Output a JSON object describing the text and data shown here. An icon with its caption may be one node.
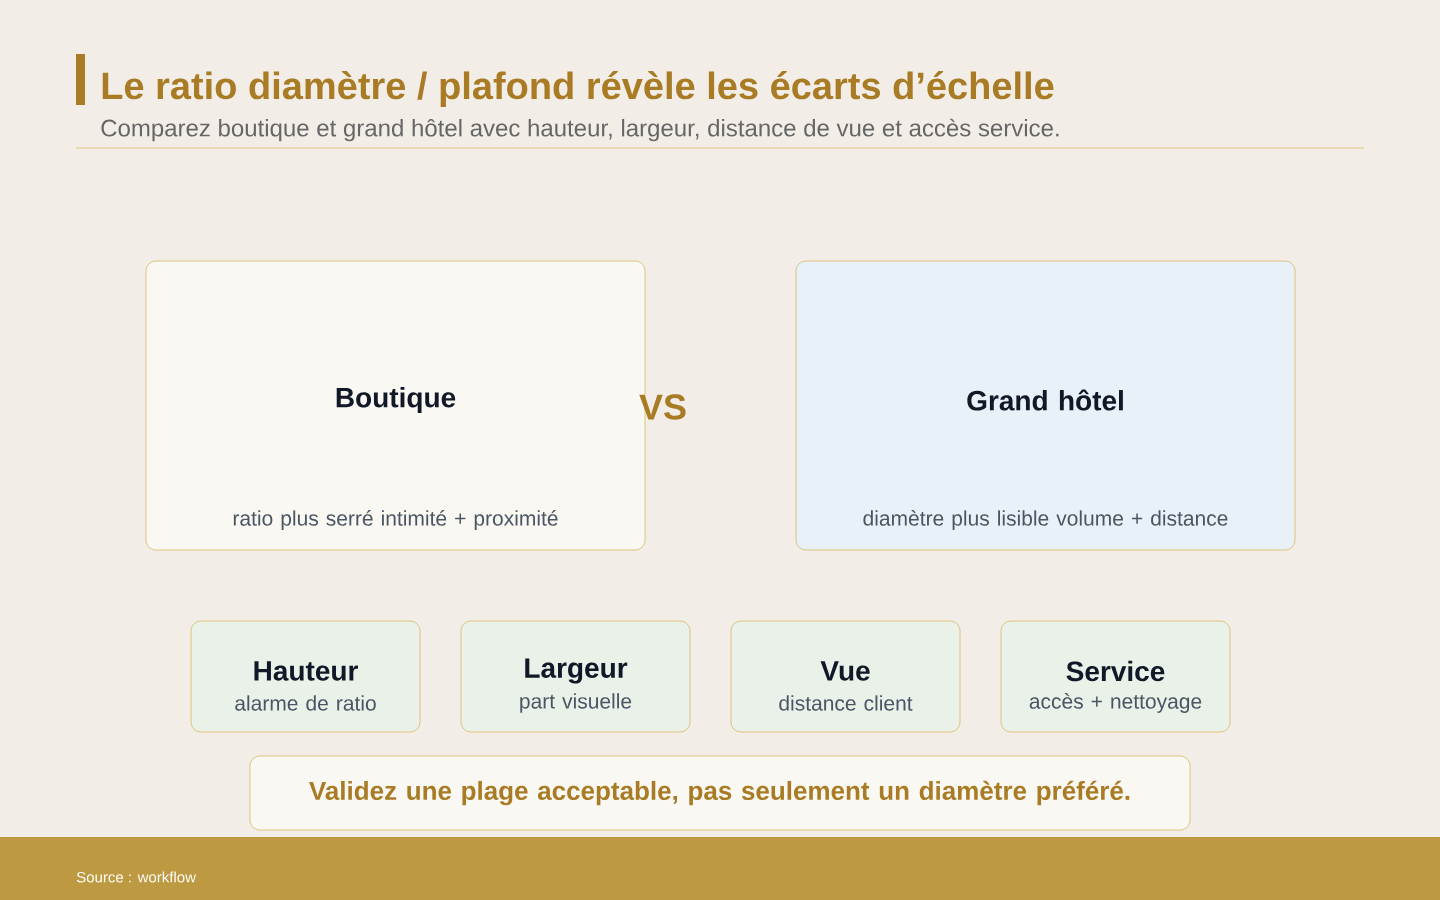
{
  "diagram": {
    "title": "Le ratio diamètre / plafond révèle les écarts d’échelle",
    "nodes": [
      {
        "text": [
          "Boutique",
          "ratio plus serré intimité + proximité"
        ]
      },
      {
        "text": [
          "Grand hôtel",
          "diamètre plus lisible volume + distance"
        ]
      },
      {
        "text": [
          "Hauteur",
          "alarme de ratio"
        ]
      },
      {
        "text": [
          "Largeur",
          "part visuelle"
        ]
      },
      {
        "text": [
          "Vue",
          "distance client"
        ]
      },
      {
        "text": [
          "Service",
          "accès + nettoyage"
        ]
      },
      {
        "text": [
          "Validez une plage acceptable, pas seulement un diamètre préféré."
        ]
      }
    ],
    "edges": [],
    "labels": [
      "Comparez boutique et grand hôtel avec hauteur, largeur, distance de vue et accès service.",
      "VS",
      "Source : workflow"
    ]
  }
}
